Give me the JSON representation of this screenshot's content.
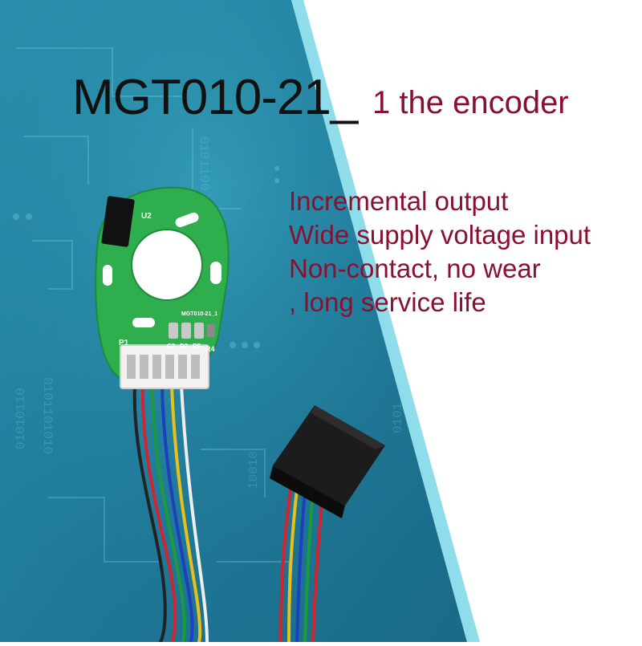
{
  "title": {
    "model": "MGT010-21_",
    "description": "1 the encoder"
  },
  "features": [
    "Incremental output",
    "Wide supply voltage input",
    "Non-contact, no wear",
    ", long service life"
  ],
  "board": {
    "part_label": "MGT010-21_1",
    "labels": [
      "U2",
      "P1",
      "C2",
      "D2",
      "R5",
      "R4"
    ]
  },
  "colors": {
    "background_teal": "#1f7f9e",
    "edge_stripe": "#8fdcea",
    "pcb_green": "#2fae4e",
    "feature_text": "#8a1030",
    "title_text": "#111111"
  }
}
